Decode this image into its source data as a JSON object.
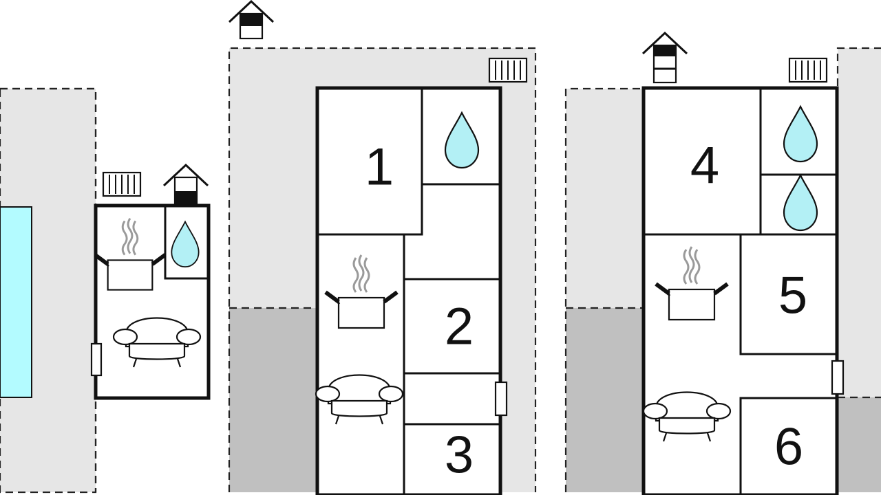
{
  "colors": {
    "terrace": "#e6e6e6",
    "terrace_dark": "#c0c0c0",
    "pool": "#b3fbff",
    "water_drop": "#b3f0f5",
    "wall": "#111111",
    "steam": "#9a9a9a"
  },
  "rooms": [
    {
      "id": "room-1",
      "label": "1"
    },
    {
      "id": "room-2",
      "label": "2"
    },
    {
      "id": "room-3",
      "label": "3"
    },
    {
      "id": "room-4",
      "label": "4"
    },
    {
      "id": "room-5",
      "label": "5"
    },
    {
      "id": "room-6",
      "label": "6"
    }
  ],
  "symbols": [
    "house-icon",
    "radiator-icon",
    "water-drop-icon",
    "cooking-pot-icon",
    "sofa-icon",
    "door-icon",
    "swimming-pool"
  ]
}
